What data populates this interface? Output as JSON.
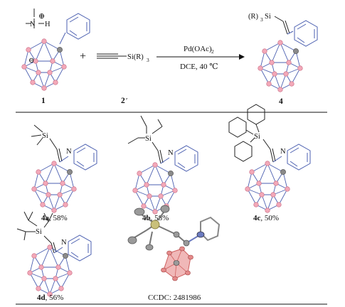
{
  "reaction": {
    "reagent_label": "Pd(OAc)",
    "reagent_sub": "2",
    "conditions": "DCE, 40 ℃",
    "reactant1_number": "1",
    "reactant2_number": "2",
    "reactant2_prime": "′",
    "product_number": "4",
    "plus": "+",
    "alkyne_group": "Si(R)",
    "alkyne_sub": "3",
    "product_group": "(R)",
    "product_group_sub": "3",
    "product_si": "Si",
    "ammonium_n": "N",
    "ammonium_h": "H",
    "plus_charge": "⊕",
    "minus_charge": "⊖"
  },
  "products": [
    {
      "id": "4a",
      "yield": ", 58%"
    },
    {
      "id": "4b",
      "yield": ", 58%"
    },
    {
      "id": "4c",
      "yield": ", 50%"
    },
    {
      "id": "4d",
      "yield": ", 56%"
    }
  ],
  "crystal": {
    "label": "CCDC: 2481986"
  },
  "atoms": {
    "si": "Si",
    "n": "N"
  },
  "colors": {
    "boron": "#f2a8b8",
    "carbon": "#8a8a8a",
    "bond": "#4b5fb0",
    "crystal_b": "#e58a8a",
    "crystal_si": "#c9c07a"
  }
}
